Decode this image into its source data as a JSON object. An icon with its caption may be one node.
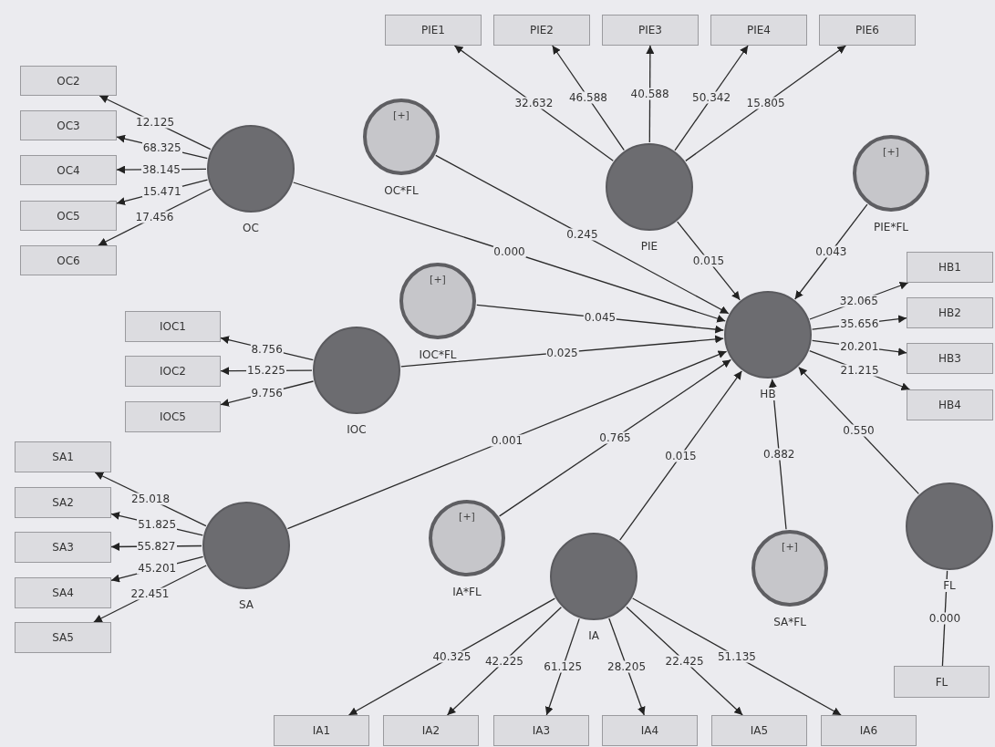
{
  "diagram": {
    "nodes": [
      {
        "text": [
          "PIE1"
        ]
      },
      {
        "text": [
          "PIE2"
        ]
      },
      {
        "text": [
          "PIE3"
        ]
      },
      {
        "text": [
          "PIE4"
        ]
      },
      {
        "text": [
          "PIE6"
        ]
      },
      {
        "text": [
          "OC2"
        ]
      },
      {
        "text": [
          "OC3"
        ]
      },
      {
        "text": [
          "OC4"
        ]
      },
      {
        "text": [
          "OC5"
        ]
      },
      {
        "text": [
          "OC6"
        ]
      },
      {
        "text": [
          "[+]",
          "OC*FL"
        ]
      },
      {
        "text": [
          "OC"
        ]
      },
      {
        "text": [
          "PIE"
        ]
      },
      {
        "text": [
          "[+]",
          "PIE*FL"
        ]
      },
      {
        "text": [
          "[+]",
          "IOC*FL"
        ]
      },
      {
        "text": [
          "HB1"
        ]
      },
      {
        "text": [
          "HB2"
        ]
      },
      {
        "text": [
          "HB3"
        ]
      },
      {
        "text": [
          "HB4"
        ]
      },
      {
        "text": [
          "HB"
        ]
      },
      {
        "text": [
          "IOC1"
        ]
      },
      {
        "text": [
          "IOC2"
        ]
      },
      {
        "text": [
          "IOC5"
        ]
      },
      {
        "text": [
          "IOC"
        ]
      },
      {
        "text": [
          "SA1"
        ]
      },
      {
        "text": [
          "SA2"
        ]
      },
      {
        "text": [
          "SA3"
        ]
      },
      {
        "text": [
          "SA4"
        ]
      },
      {
        "text": [
          "SA5"
        ]
      },
      {
        "text": [
          "SA"
        ]
      },
      {
        "text": [
          "[+]",
          "IA*FL"
        ]
      },
      {
        "text": [
          "IA"
        ]
      },
      {
        "text": [
          "[+]",
          "SA*FL"
        ]
      },
      {
        "text": [
          "FL"
        ]
      },
      {
        "text": [
          "FL"
        ]
      },
      {
        "text": [
          "IA1"
        ]
      },
      {
        "text": [
          "IA2"
        ]
      },
      {
        "text": [
          "IA3"
        ]
      },
      {
        "text": [
          "IA4"
        ]
      },
      {
        "text": [
          "IA5"
        ]
      },
      {
        "text": [
          "IA6"
        ]
      }
    ],
    "edges": [
      {
        "from": 11,
        "to": 5,
        "arrow": "to",
        "label": "12.125"
      },
      {
        "from": 11,
        "to": 6,
        "arrow": "to",
        "label": "68.325"
      },
      {
        "from": 11,
        "to": 7,
        "arrow": "to",
        "label": "38.145"
      },
      {
        "from": 11,
        "to": 8,
        "arrow": "to",
        "label": "15.471"
      },
      {
        "from": 11,
        "to": 9,
        "arrow": "to",
        "label": "17.456"
      },
      {
        "from": 12,
        "to": 0,
        "arrow": "to",
        "label": "32.632"
      },
      {
        "from": 12,
        "to": 1,
        "arrow": "to",
        "label": "46.588"
      },
      {
        "from": 12,
        "to": 2,
        "arrow": "to",
        "label": "40.588"
      },
      {
        "from": 12,
        "to": 3,
        "arrow": "to",
        "label": "50.342"
      },
      {
        "from": 12,
        "to": 4,
        "arrow": "to",
        "label": "15.805"
      },
      {
        "from": 19,
        "to": 15,
        "arrow": "to",
        "label": "32.065"
      },
      {
        "from": 19,
        "to": 16,
        "arrow": "to",
        "label": "35.656"
      },
      {
        "from": 19,
        "to": 17,
        "arrow": "to",
        "label": "20.201"
      },
      {
        "from": 19,
        "to": 18,
        "arrow": "to",
        "label": "21.215"
      },
      {
        "from": 23,
        "to": 20,
        "arrow": "to",
        "label": "8.756"
      },
      {
        "from": 23,
        "to": 21,
        "arrow": "to",
        "label": "15.225"
      },
      {
        "from": 23,
        "to": 22,
        "arrow": "to",
        "label": "9.756"
      },
      {
        "from": 29,
        "to": 24,
        "arrow": "to",
        "label": "25.018"
      },
      {
        "from": 29,
        "to": 25,
        "arrow": "to",
        "label": "51.825"
      },
      {
        "from": 29,
        "to": 26,
        "arrow": "to",
        "label": "55.827"
      },
      {
        "from": 29,
        "to": 27,
        "arrow": "to",
        "label": "45.201"
      },
      {
        "from": 29,
        "to": 28,
        "arrow": "to",
        "label": "22.451"
      },
      {
        "from": 31,
        "to": 35,
        "arrow": "to",
        "label": "40.325"
      },
      {
        "from": 31,
        "to": 36,
        "arrow": "to",
        "label": "42.225"
      },
      {
        "from": 31,
        "to": 37,
        "arrow": "to",
        "label": "61.125"
      },
      {
        "from": 31,
        "to": 38,
        "arrow": "to",
        "label": "28.205"
      },
      {
        "from": 31,
        "to": 39,
        "arrow": "to",
        "label": "22.425"
      },
      {
        "from": 31,
        "to": 40,
        "arrow": "to",
        "label": "51.135"
      },
      {
        "from": 11,
        "to": 19,
        "arrow": "to",
        "label": "0.000"
      },
      {
        "from": 10,
        "to": 19,
        "arrow": "to",
        "label": "0.245"
      },
      {
        "from": 12,
        "to": 19,
        "arrow": "to",
        "label": "0.015"
      },
      {
        "from": 13,
        "to": 19,
        "arrow": "to",
        "label": "0.043"
      },
      {
        "from": 14,
        "to": 19,
        "arrow": "to",
        "label": "0.045"
      },
      {
        "from": 23,
        "to": 19,
        "arrow": "to",
        "label": "0.025"
      },
      {
        "from": 29,
        "to": 19,
        "arrow": "to",
        "label": "0.001"
      },
      {
        "from": 30,
        "to": 19,
        "arrow": "to",
        "label": "0.765"
      },
      {
        "from": 31,
        "to": 19,
        "arrow": "to",
        "label": "0.015"
      },
      {
        "from": 32,
        "to": 19,
        "arrow": "to",
        "label": "0.882"
      },
      {
        "from": 33,
        "to": 19,
        "arrow": "to",
        "label": "0.550"
      },
      {
        "from": 33,
        "to": 34,
        "arrow": "none",
        "label": "0.000"
      }
    ]
  }
}
